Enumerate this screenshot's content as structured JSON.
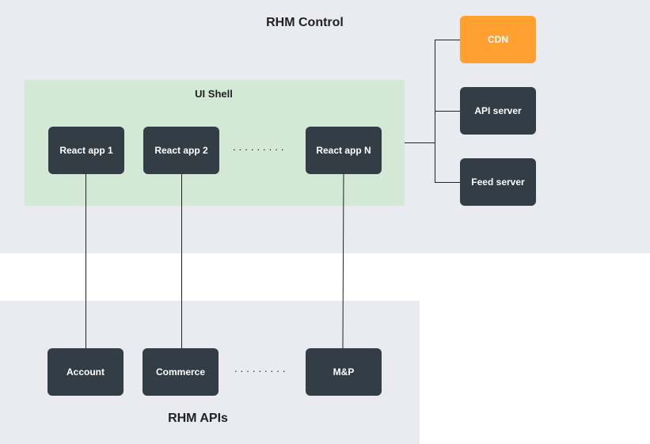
{
  "regions": {
    "control_title": "RHM Control",
    "apis_title": "RHM APIs",
    "shell_title": "UI Shell"
  },
  "nodes": {
    "react_app_1": "React app 1",
    "react_app_2": "React app 2",
    "react_app_n": "React app N",
    "cdn": "CDN",
    "api_server": "API server",
    "feed_server": "Feed server",
    "account": "Account",
    "commerce": "Commerce",
    "mp": "M&P"
  },
  "colors": {
    "region_bg": "#e9ebf0",
    "shell_bg": "#d4e8d6",
    "node_dark": "#333d45",
    "node_accent": "#ffa030",
    "line": "#222222"
  }
}
